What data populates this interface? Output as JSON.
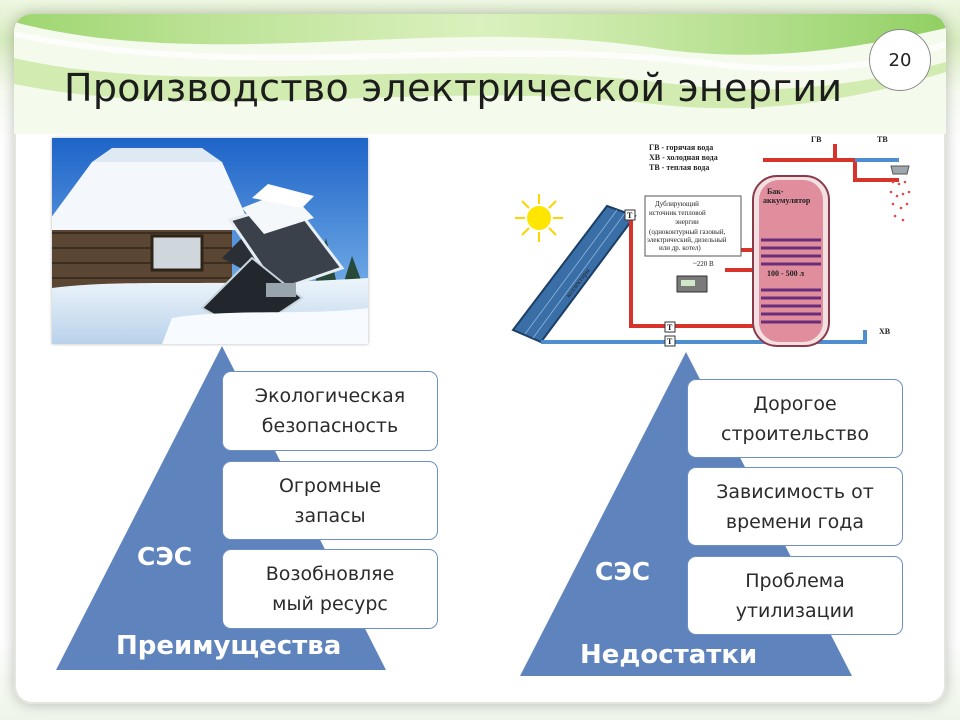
{
  "slide": {
    "title": "Производство электрической энергии",
    "page_number": "20"
  },
  "scheme": {
    "legend": [
      "ГВ - горячая вода",
      "ХВ - холодная вода",
      "ТВ - теплая вода"
    ],
    "top_labels": [
      "ГВ",
      "ТВ"
    ],
    "side_label": "ХВ",
    "backup_source": [
      "Дублирующий",
      "источник тепловой",
      "энергии"
    ],
    "backup_details": [
      "(одноконтурный газовый,",
      "электрический, дизельный",
      "или др. котел)"
    ],
    "tank_label": [
      "Бак-",
      "аккумулятор"
    ],
    "tank_volume": "100 - 500 л",
    "voltage": "~220 В",
    "collectors": "коллекторы",
    "sensor": "T"
  },
  "advantages": {
    "ses": "СЭС",
    "label": "Преимущества",
    "items": [
      "Экологическая\nбезопасность",
      "Огромные\nзапасы",
      "Возобновляе\nмый ресурс"
    ]
  },
  "disadvantages": {
    "ses": "СЭС",
    "label": "Недостатки",
    "items": [
      "Дорогое\nстроительство",
      "Зависимость от\nвремени года",
      "Проблема\nутилизации"
    ]
  },
  "colors": {
    "pyramid": "#5f84bd",
    "box_border": "#6d8fc4",
    "hot_pipe": "#d6342b",
    "cold_pipe": "#4d8ed0"
  }
}
